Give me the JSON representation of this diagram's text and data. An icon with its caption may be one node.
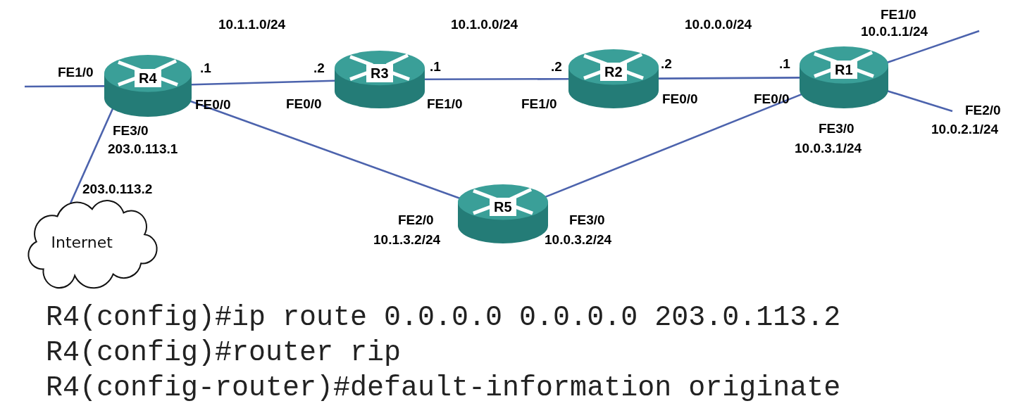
{
  "diagram": {
    "nodes": [
      {
        "text": [
          "R4"
        ]
      },
      {
        "text": [
          "R3"
        ]
      },
      {
        "text": [
          "R2"
        ]
      },
      {
        "text": [
          "R1"
        ]
      },
      {
        "text": [
          "R5"
        ]
      },
      {
        "text": [
          "Internet"
        ]
      }
    ],
    "edges": [
      {
        "from": 0,
        "to": 1,
        "arrow": "none"
      },
      {
        "from": 1,
        "to": 2,
        "arrow": "none"
      },
      {
        "from": 2,
        "to": 3,
        "arrow": "none"
      },
      {
        "from": 0,
        "to": 4,
        "arrow": "none"
      },
      {
        "from": 4,
        "to": 3,
        "arrow": "none"
      },
      {
        "from": 0,
        "to": 5,
        "arrow": "none"
      },
      {
        "from": null,
        "to": 0,
        "arrow": "none"
      },
      {
        "from": 3,
        "to": null,
        "arrow": "none"
      },
      {
        "from": 3,
        "to": null,
        "arrow": "none"
      }
    ],
    "labels": [
      "10.1.1.0/24",
      "10.1.0.0/24",
      "10.0.0.0/24",
      "FE1/0",
      "10.0.1.1/24",
      "FE1/0",
      ".1",
      ".2",
      ".1",
      ".2",
      ".2",
      ".1",
      "FE0/0",
      "FE0/0",
      "FE1/0",
      "FE1/0",
      "FE0/0",
      "FE0/0",
      "FE2/0",
      "FE3/0",
      "FE3/0",
      "10.0.2.1/24",
      "203.0.113.1",
      "10.0.3.1/24",
      "203.0.113.2",
      "FE2/0",
      "FE3/0",
      "10.1.3.2/24",
      "10.0.3.2/24",
      "R4(config)#ip route 0.0.0.0 0.0.0.0 203.0.113.2",
      "R4(config)#router rip",
      "R4(config-router)#default-information originate"
    ]
  }
}
